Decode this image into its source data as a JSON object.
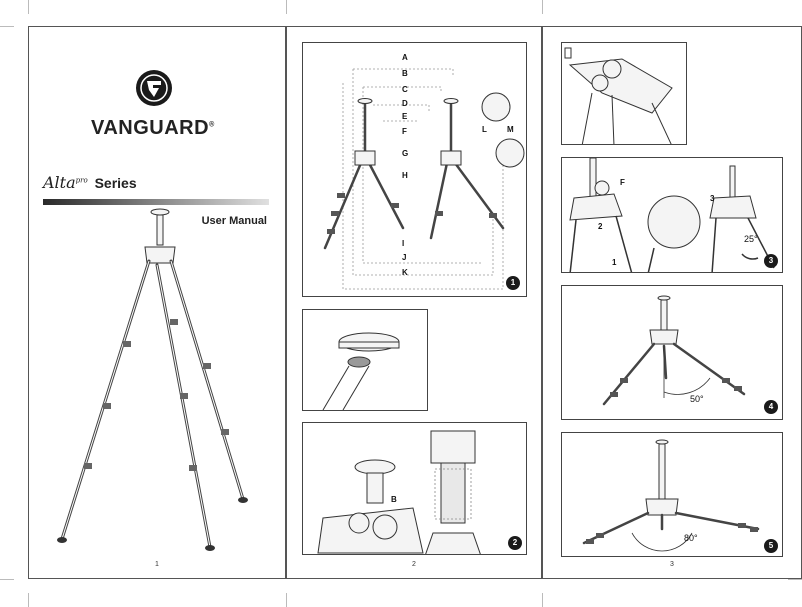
{
  "brand": {
    "name": "VANGUARD",
    "reg": "®",
    "series_script": "Alta",
    "series_sup": "pro",
    "series_word": "Series",
    "subtitle": "User Manual"
  },
  "page_numbers": [
    "1",
    "2",
    "3"
  ],
  "diagram1": {
    "step": "1",
    "height_labels": [
      "A",
      "B",
      "C",
      "D",
      "E",
      "F",
      "G",
      "H",
      "I",
      "J",
      "K"
    ],
    "part_labels": [
      "L",
      "M"
    ]
  },
  "diagram2": {
    "step": "2",
    "label": "B"
  },
  "diagram3": {
    "step": "3",
    "labels": [
      "F",
      "2",
      "1",
      "3"
    ],
    "angle": "25°"
  },
  "diagram4": {
    "step": "4",
    "angle": "50°"
  },
  "diagram5": {
    "step": "5",
    "angle": "80°"
  },
  "colors": {
    "dark": "#1a1a1a",
    "bar_gradient_start": "#2a2a2a",
    "bar_gradient_end": "#e0e0e0"
  }
}
